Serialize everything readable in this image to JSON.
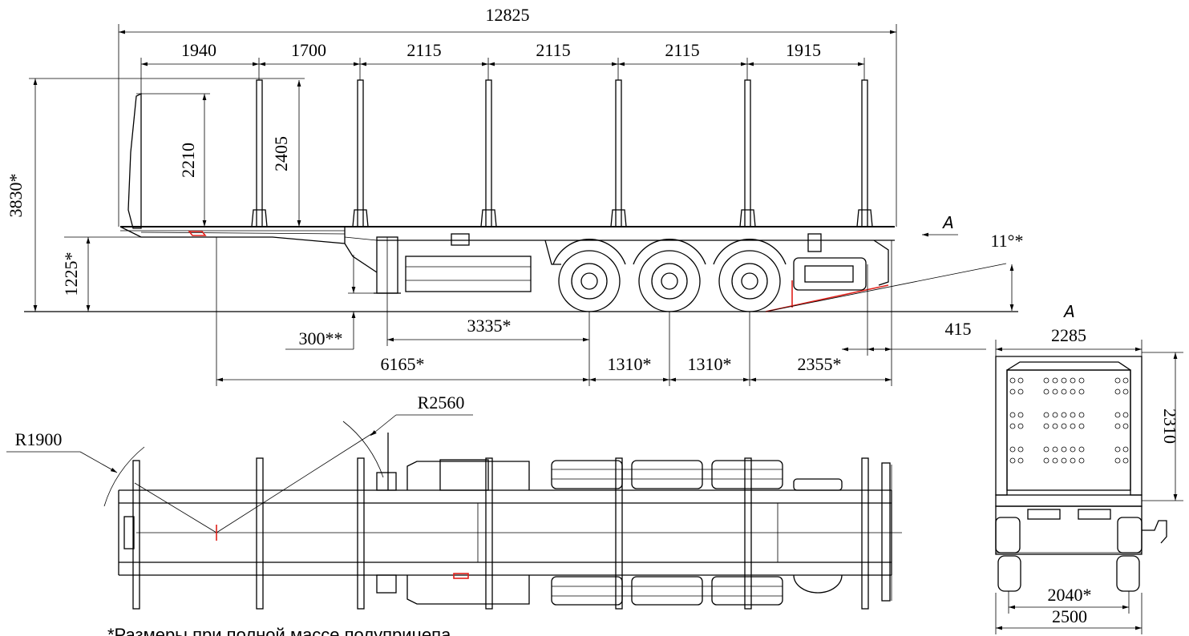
{
  "dimensions": {
    "overall_length": "12825",
    "stake_spacing": [
      "1940",
      "1700",
      "2115",
      "2115",
      "2115",
      "1915"
    ],
    "overall_height": "3830*",
    "front_wall_height": "2210",
    "stake_height": "2405",
    "deck_height": "1225*",
    "landing_gear_clearance": "300**",
    "kingpin_to_gear": "3335*",
    "kingpin_to_axle": "6165*",
    "axle_spacing_1": "1310*",
    "axle_spacing_2": "1310*",
    "rear_overhang": "2355*",
    "rear_offset": "415",
    "departure_angle": "11°*",
    "turning_radius_front": "R1900",
    "turning_radius_rear": "R2560",
    "rear_width_inner": "2285",
    "rear_height": "2310",
    "track_width": "2040*",
    "overall_width": "2500"
  },
  "view_labels": {
    "arrow": "A",
    "rear_view": "A"
  },
  "footnote": "*Размеры при полной массе полуприцепа",
  "colors": {
    "line": "#000000",
    "highlight": "#e0201a"
  }
}
